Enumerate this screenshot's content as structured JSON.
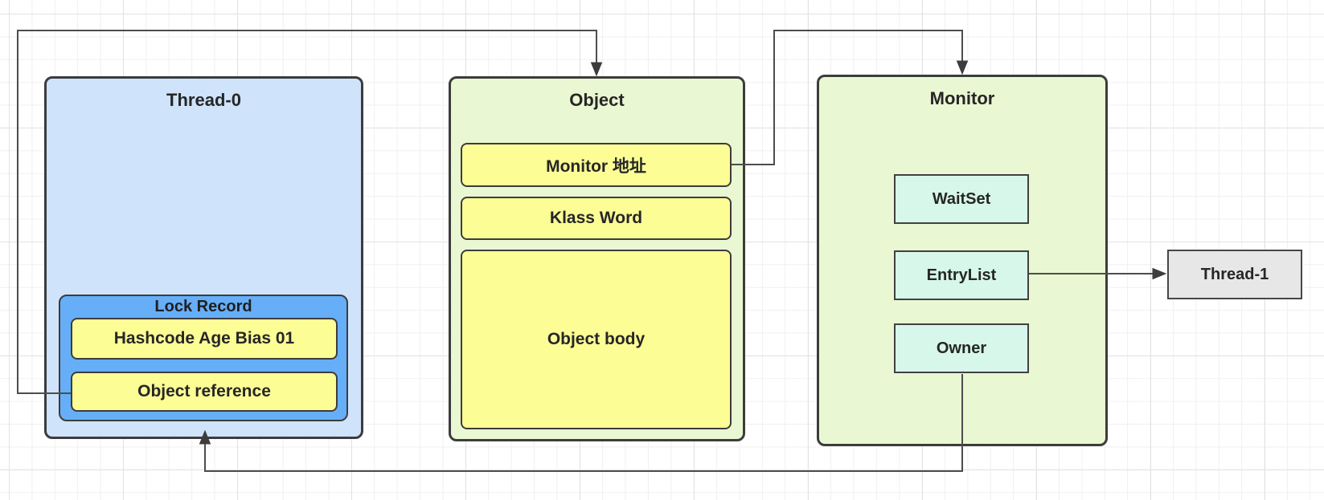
{
  "diagram": {
    "thread0": {
      "title": "Thread-0",
      "lock_record": {
        "title": "Lock Record",
        "rows": [
          "Hashcode Age Bias 01",
          "Object reference"
        ]
      }
    },
    "object": {
      "title": "Object",
      "rows": [
        "Monitor 地址",
        "Klass Word",
        "Object body"
      ]
    },
    "monitor": {
      "title": "Monitor",
      "items": [
        "WaitSet",
        "EntryList",
        "Owner"
      ]
    },
    "thread1": {
      "title": "Thread-1"
    },
    "connectors": [
      {
        "from": "Object reference",
        "to": "Object"
      },
      {
        "from": "Monitor 地址",
        "to": "Monitor"
      },
      {
        "from": "EntryList",
        "to": "Thread-1"
      },
      {
        "from": "Owner",
        "to": "Thread-0"
      }
    ],
    "colors": {
      "canvas_bg": "#ffffff",
      "grid_minor": "#f0f0f0",
      "grid_major": "#e2e2e2",
      "node_border": "#3c3c3c",
      "connector": "#4d4d4d",
      "thread0_fill": "#cfe3fb",
      "lock_record_fill": "#66aef7",
      "yellow_fill": "#fdfd96",
      "green_fill": "#e9f8d2",
      "cyan_fill": "#d6f7ea",
      "thread1_fill": "#e7e7e7",
      "text": "#262626"
    }
  }
}
